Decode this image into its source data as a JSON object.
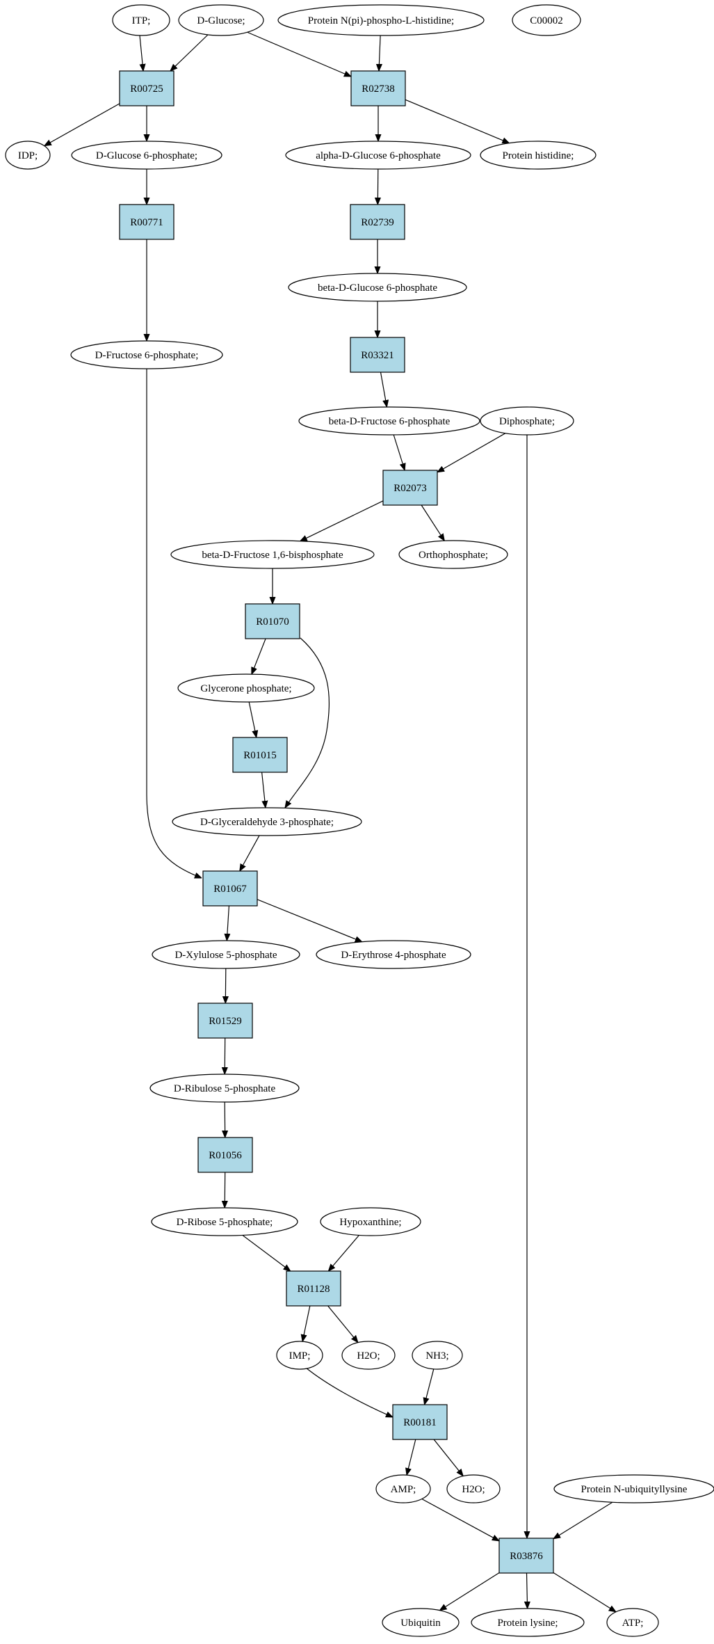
{
  "colors": {
    "reaction_fill": "#add8e6",
    "compound_fill": "#ffffff",
    "highlight_green": "#00ee00",
    "highlight_yellow": "#ffff00",
    "stroke": "#000000"
  },
  "nodes": {
    "itp": {
      "label": "ITP;",
      "kind": "compound"
    },
    "d_glucose": {
      "label": "D-Glucose;",
      "kind": "compound",
      "highlight": "green"
    },
    "protein_n_pi": {
      "label": "Protein N(pi)-phospho-L-histidine;",
      "kind": "compound"
    },
    "c00002": {
      "label": "C00002",
      "kind": "compound",
      "highlight": "yellow"
    },
    "r00725": {
      "label": "R00725",
      "kind": "reaction"
    },
    "r02738": {
      "label": "R02738",
      "kind": "reaction"
    },
    "idp": {
      "label": "IDP;",
      "kind": "compound"
    },
    "d_glucose_6p": {
      "label": "D-Glucose 6-phosphate;",
      "kind": "compound"
    },
    "alpha_d_glucose_6p": {
      "label": "alpha-D-Glucose 6-phosphate",
      "kind": "compound"
    },
    "protein_histidine": {
      "label": "Protein histidine;",
      "kind": "compound"
    },
    "r00771": {
      "label": "R00771",
      "kind": "reaction"
    },
    "r02739": {
      "label": "R02739",
      "kind": "reaction"
    },
    "beta_d_glucose_6p": {
      "label": "beta-D-Glucose 6-phosphate",
      "kind": "compound"
    },
    "d_fructose_6p": {
      "label": "D-Fructose 6-phosphate;",
      "kind": "compound"
    },
    "r03321": {
      "label": "R03321",
      "kind": "reaction"
    },
    "beta_d_fructose_6p": {
      "label": "beta-D-Fructose 6-phosphate",
      "kind": "compound"
    },
    "diphosphate": {
      "label": "Diphosphate;",
      "kind": "compound"
    },
    "r02073": {
      "label": "R02073",
      "kind": "reaction"
    },
    "beta_d_fructose_16bp": {
      "label": "beta-D-Fructose 1,6-bisphosphate",
      "kind": "compound"
    },
    "orthophosphate": {
      "label": "Orthophosphate;",
      "kind": "compound"
    },
    "r01070": {
      "label": "R01070",
      "kind": "reaction"
    },
    "glycerone_p": {
      "label": "Glycerone phosphate;",
      "kind": "compound"
    },
    "r01015": {
      "label": "R01015",
      "kind": "reaction"
    },
    "d_glyceraldehyde_3p": {
      "label": "D-Glyceraldehyde 3-phosphate;",
      "kind": "compound"
    },
    "r01067": {
      "label": "R01067",
      "kind": "reaction"
    },
    "d_xylulose_5p": {
      "label": "D-Xylulose 5-phosphate",
      "kind": "compound"
    },
    "d_erythrose_4p": {
      "label": "D-Erythrose 4-phosphate",
      "kind": "compound"
    },
    "r01529": {
      "label": "R01529",
      "kind": "reaction"
    },
    "d_ribulose_5p": {
      "label": "D-Ribulose 5-phosphate",
      "kind": "compound"
    },
    "r01056": {
      "label": "R01056",
      "kind": "reaction"
    },
    "d_ribose_5p": {
      "label": "D-Ribose 5-phosphate;",
      "kind": "compound"
    },
    "hypoxanthine": {
      "label": "Hypoxanthine;",
      "kind": "compound"
    },
    "r01128": {
      "label": "R01128",
      "kind": "reaction"
    },
    "imp": {
      "label": "IMP;",
      "kind": "compound"
    },
    "h2o_1": {
      "label": "H2O;",
      "kind": "compound"
    },
    "nh3": {
      "label": "NH3;",
      "kind": "compound"
    },
    "r00181": {
      "label": "R00181",
      "kind": "reaction"
    },
    "amp": {
      "label": "AMP;",
      "kind": "compound"
    },
    "h2o_2": {
      "label": "H2O;",
      "kind": "compound"
    },
    "protein_n_ubiq": {
      "label": "Protein N-ubiquityllysine",
      "kind": "compound"
    },
    "r03876": {
      "label": "R03876",
      "kind": "reaction"
    },
    "ubiquitin": {
      "label": "Ubiquitin",
      "kind": "compound"
    },
    "protein_lysine": {
      "label": "Protein lysine;",
      "kind": "compound"
    },
    "atp": {
      "label": "ATP;",
      "kind": "compound"
    }
  },
  "edges": [
    [
      "itp",
      "r00725"
    ],
    [
      "d_glucose",
      "r00725"
    ],
    [
      "d_glucose",
      "r02738"
    ],
    [
      "protein_n_pi",
      "r02738"
    ],
    [
      "r00725",
      "idp"
    ],
    [
      "r00725",
      "d_glucose_6p"
    ],
    [
      "r02738",
      "alpha_d_glucose_6p"
    ],
    [
      "r02738",
      "protein_histidine"
    ],
    [
      "d_glucose_6p",
      "r00771"
    ],
    [
      "alpha_d_glucose_6p",
      "r02739"
    ],
    [
      "r02739",
      "beta_d_glucose_6p"
    ],
    [
      "r00771",
      "d_fructose_6p"
    ],
    [
      "beta_d_glucose_6p",
      "r03321"
    ],
    [
      "r03321",
      "beta_d_fructose_6p"
    ],
    [
      "beta_d_fructose_6p",
      "r02073"
    ],
    [
      "diphosphate",
      "r02073"
    ],
    [
      "r02073",
      "beta_d_fructose_16bp"
    ],
    [
      "r02073",
      "orthophosphate"
    ],
    [
      "beta_d_fructose_16bp",
      "r01070"
    ],
    [
      "r01070",
      "glycerone_p"
    ],
    [
      "r01070",
      "d_glyceraldehyde_3p"
    ],
    [
      "glycerone_p",
      "r01015"
    ],
    [
      "r01015",
      "d_glyceraldehyde_3p"
    ],
    [
      "d_fructose_6p",
      "r01067"
    ],
    [
      "d_glyceraldehyde_3p",
      "r01067"
    ],
    [
      "r01067",
      "d_xylulose_5p"
    ],
    [
      "r01067",
      "d_erythrose_4p"
    ],
    [
      "d_xylulose_5p",
      "r01529"
    ],
    [
      "r01529",
      "d_ribulose_5p"
    ],
    [
      "d_ribulose_5p",
      "r01056"
    ],
    [
      "r01056",
      "d_ribose_5p"
    ],
    [
      "d_ribose_5p",
      "r01128"
    ],
    [
      "hypoxanthine",
      "r01128"
    ],
    [
      "r01128",
      "imp"
    ],
    [
      "r01128",
      "h2o_1"
    ],
    [
      "imp",
      "r00181"
    ],
    [
      "nh3",
      "r00181"
    ],
    [
      "r00181",
      "amp"
    ],
    [
      "r00181",
      "h2o_2"
    ],
    [
      "diphosphate",
      "r03876"
    ],
    [
      "amp",
      "r03876"
    ],
    [
      "protein_n_ubiq",
      "r03876"
    ],
    [
      "r03876",
      "ubiquitin"
    ],
    [
      "r03876",
      "protein_lysine"
    ],
    [
      "r03876",
      "atp"
    ]
  ]
}
